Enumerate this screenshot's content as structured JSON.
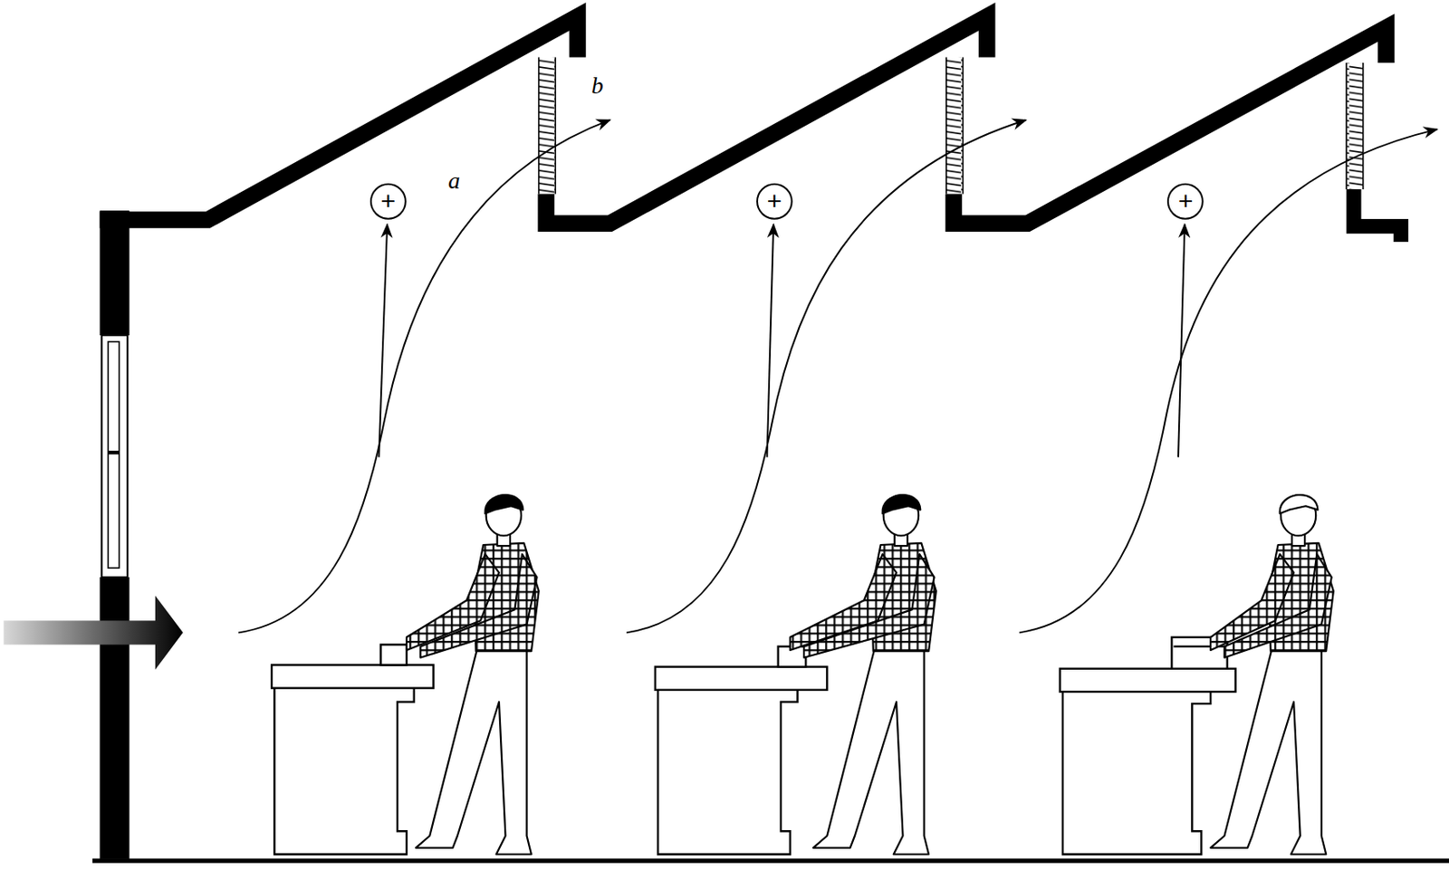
{
  "diagram": {
    "nodes": [
      {
        "text": [
          "+"
        ]
      },
      {
        "text": [
          "+"
        ]
      },
      {
        "text": [
          "+"
        ]
      }
    ],
    "labels": [
      "b",
      "a"
    ]
  }
}
